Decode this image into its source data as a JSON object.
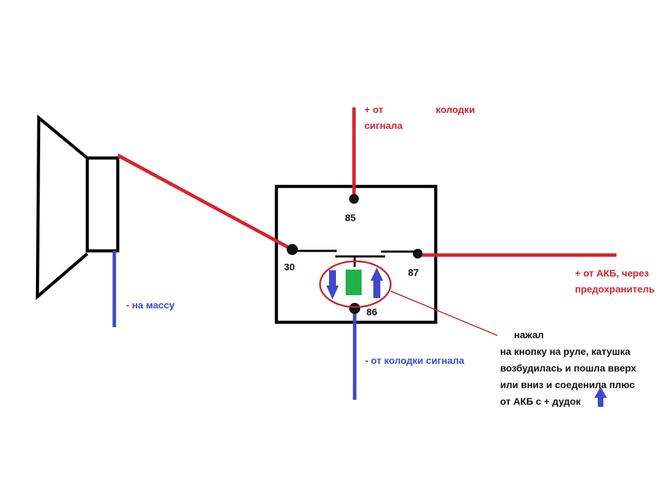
{
  "colors": {
    "positive_wire": "#d8232f",
    "negative_wire": "#3a4bc0",
    "outline": "#000000",
    "coil": "#22b14c",
    "arrow": "#3f48cc",
    "circle": "#c0272d"
  },
  "labels": {
    "plus_from": "+ от",
    "signal": "сигнала",
    "connector": "колодки",
    "pin_85": "85",
    "pin_30": "30",
    "pin_87": "87",
    "pin_86": "86",
    "plus_from_battery": "+ от АКБ, через",
    "fuse": "предохранитель",
    "minus_ground": "- на массу",
    "minus_connector": "- от колодки сигнала"
  },
  "note": {
    "line1": "нажал",
    "line2": "на кнопку на руле, катушка",
    "line3": "возбудилась и пошла вверх",
    "line4": "или вниз и соеденила плюс",
    "line5": "от АКБ с + дудок"
  },
  "icons": {
    "speaker": "horn-speaker-icon",
    "coil": "relay-coil-icon",
    "arrow_down": "arrow-down-icon",
    "arrow_up": "arrow-up-icon"
  }
}
